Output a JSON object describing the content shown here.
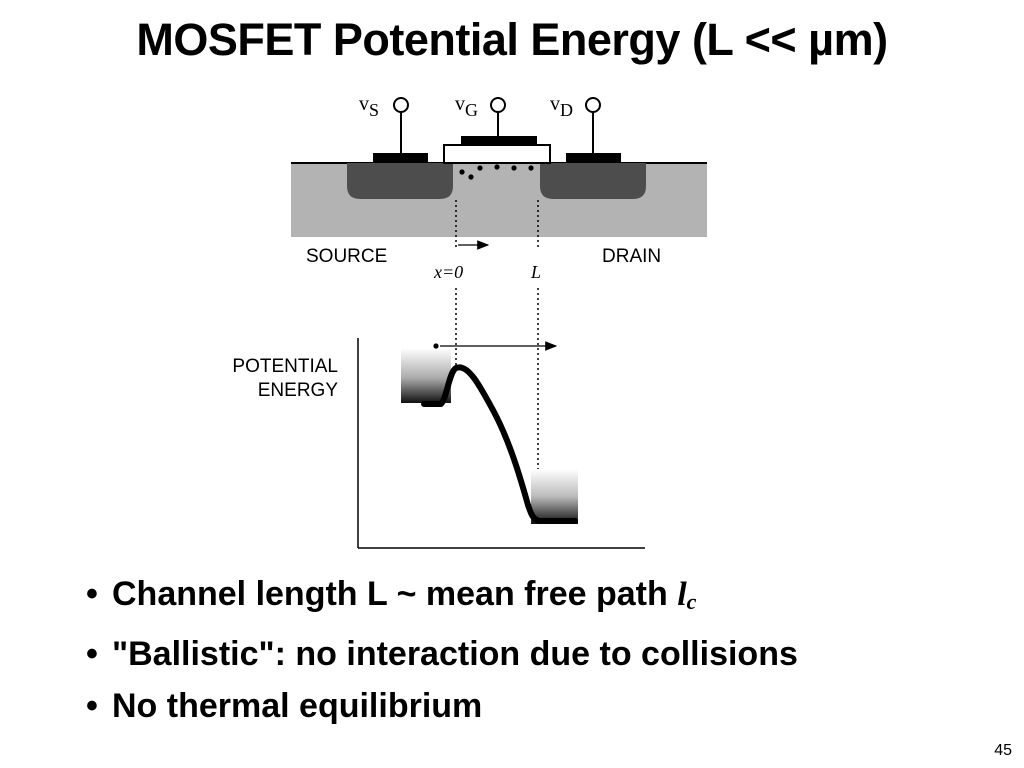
{
  "slide": {
    "title": "MOSFET Potential Energy (L << µm)",
    "page_number": "45"
  },
  "diagram": {
    "terminals": {
      "source": {
        "v": "v",
        "sub": "S"
      },
      "gate": {
        "v": "v",
        "sub": "G"
      },
      "drain": {
        "v": "v",
        "sub": "D"
      }
    },
    "source_label": "SOURCE",
    "drain_label": "DRAIN",
    "x0_label": "x=0",
    "L_label": "L",
    "pe_label_line1": "POTENTIAL",
    "pe_label_line2": "ENERGY"
  },
  "bullets": [
    {
      "text": "Channel length L ~ mean free path ",
      "sym": "l",
      "sub": "c"
    },
    {
      "text": "\"Ballistic\": no interaction due to collisions"
    },
    {
      "text": "No thermal equilibrium"
    }
  ],
  "colors": {
    "substrate": "#b3b3b3",
    "well": "#4d4d4d",
    "contact": "#000000",
    "oxide": "#ffffff"
  }
}
